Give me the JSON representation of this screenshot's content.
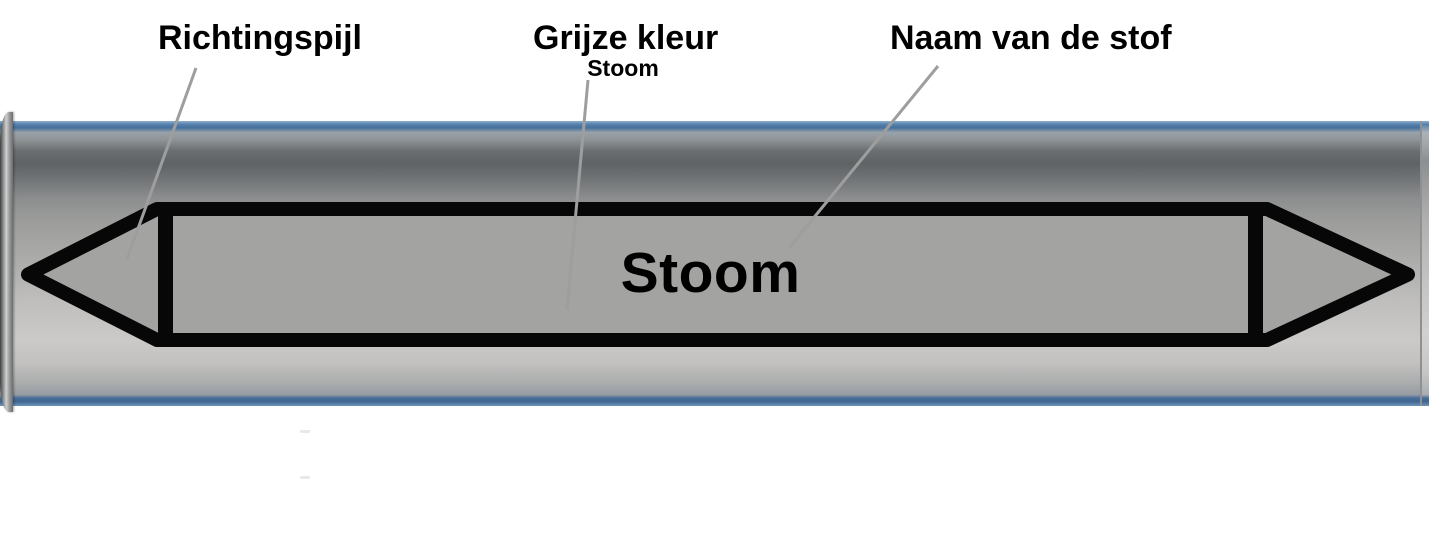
{
  "diagram": {
    "annotations": [
      {
        "id": "richtingspijl",
        "label": "Richtingspijl"
      },
      {
        "id": "grijze-kleur",
        "label": "Grijze kleur",
        "sublabel": "Stoom"
      },
      {
        "id": "naam-van-de-stof",
        "label": "Naam van de stof"
      }
    ],
    "marker": {
      "text": "Stoom",
      "fill_color": "#a3a3a1",
      "border_color": "#070707",
      "text_color": "#000000",
      "direction": "double-headed"
    },
    "leader_line_color": "#9e9e9e",
    "pipe": {
      "top_edge_color": "#5580aa",
      "bottom_edge_color": "#3f6691",
      "body_color": "#a8a8a6"
    }
  }
}
